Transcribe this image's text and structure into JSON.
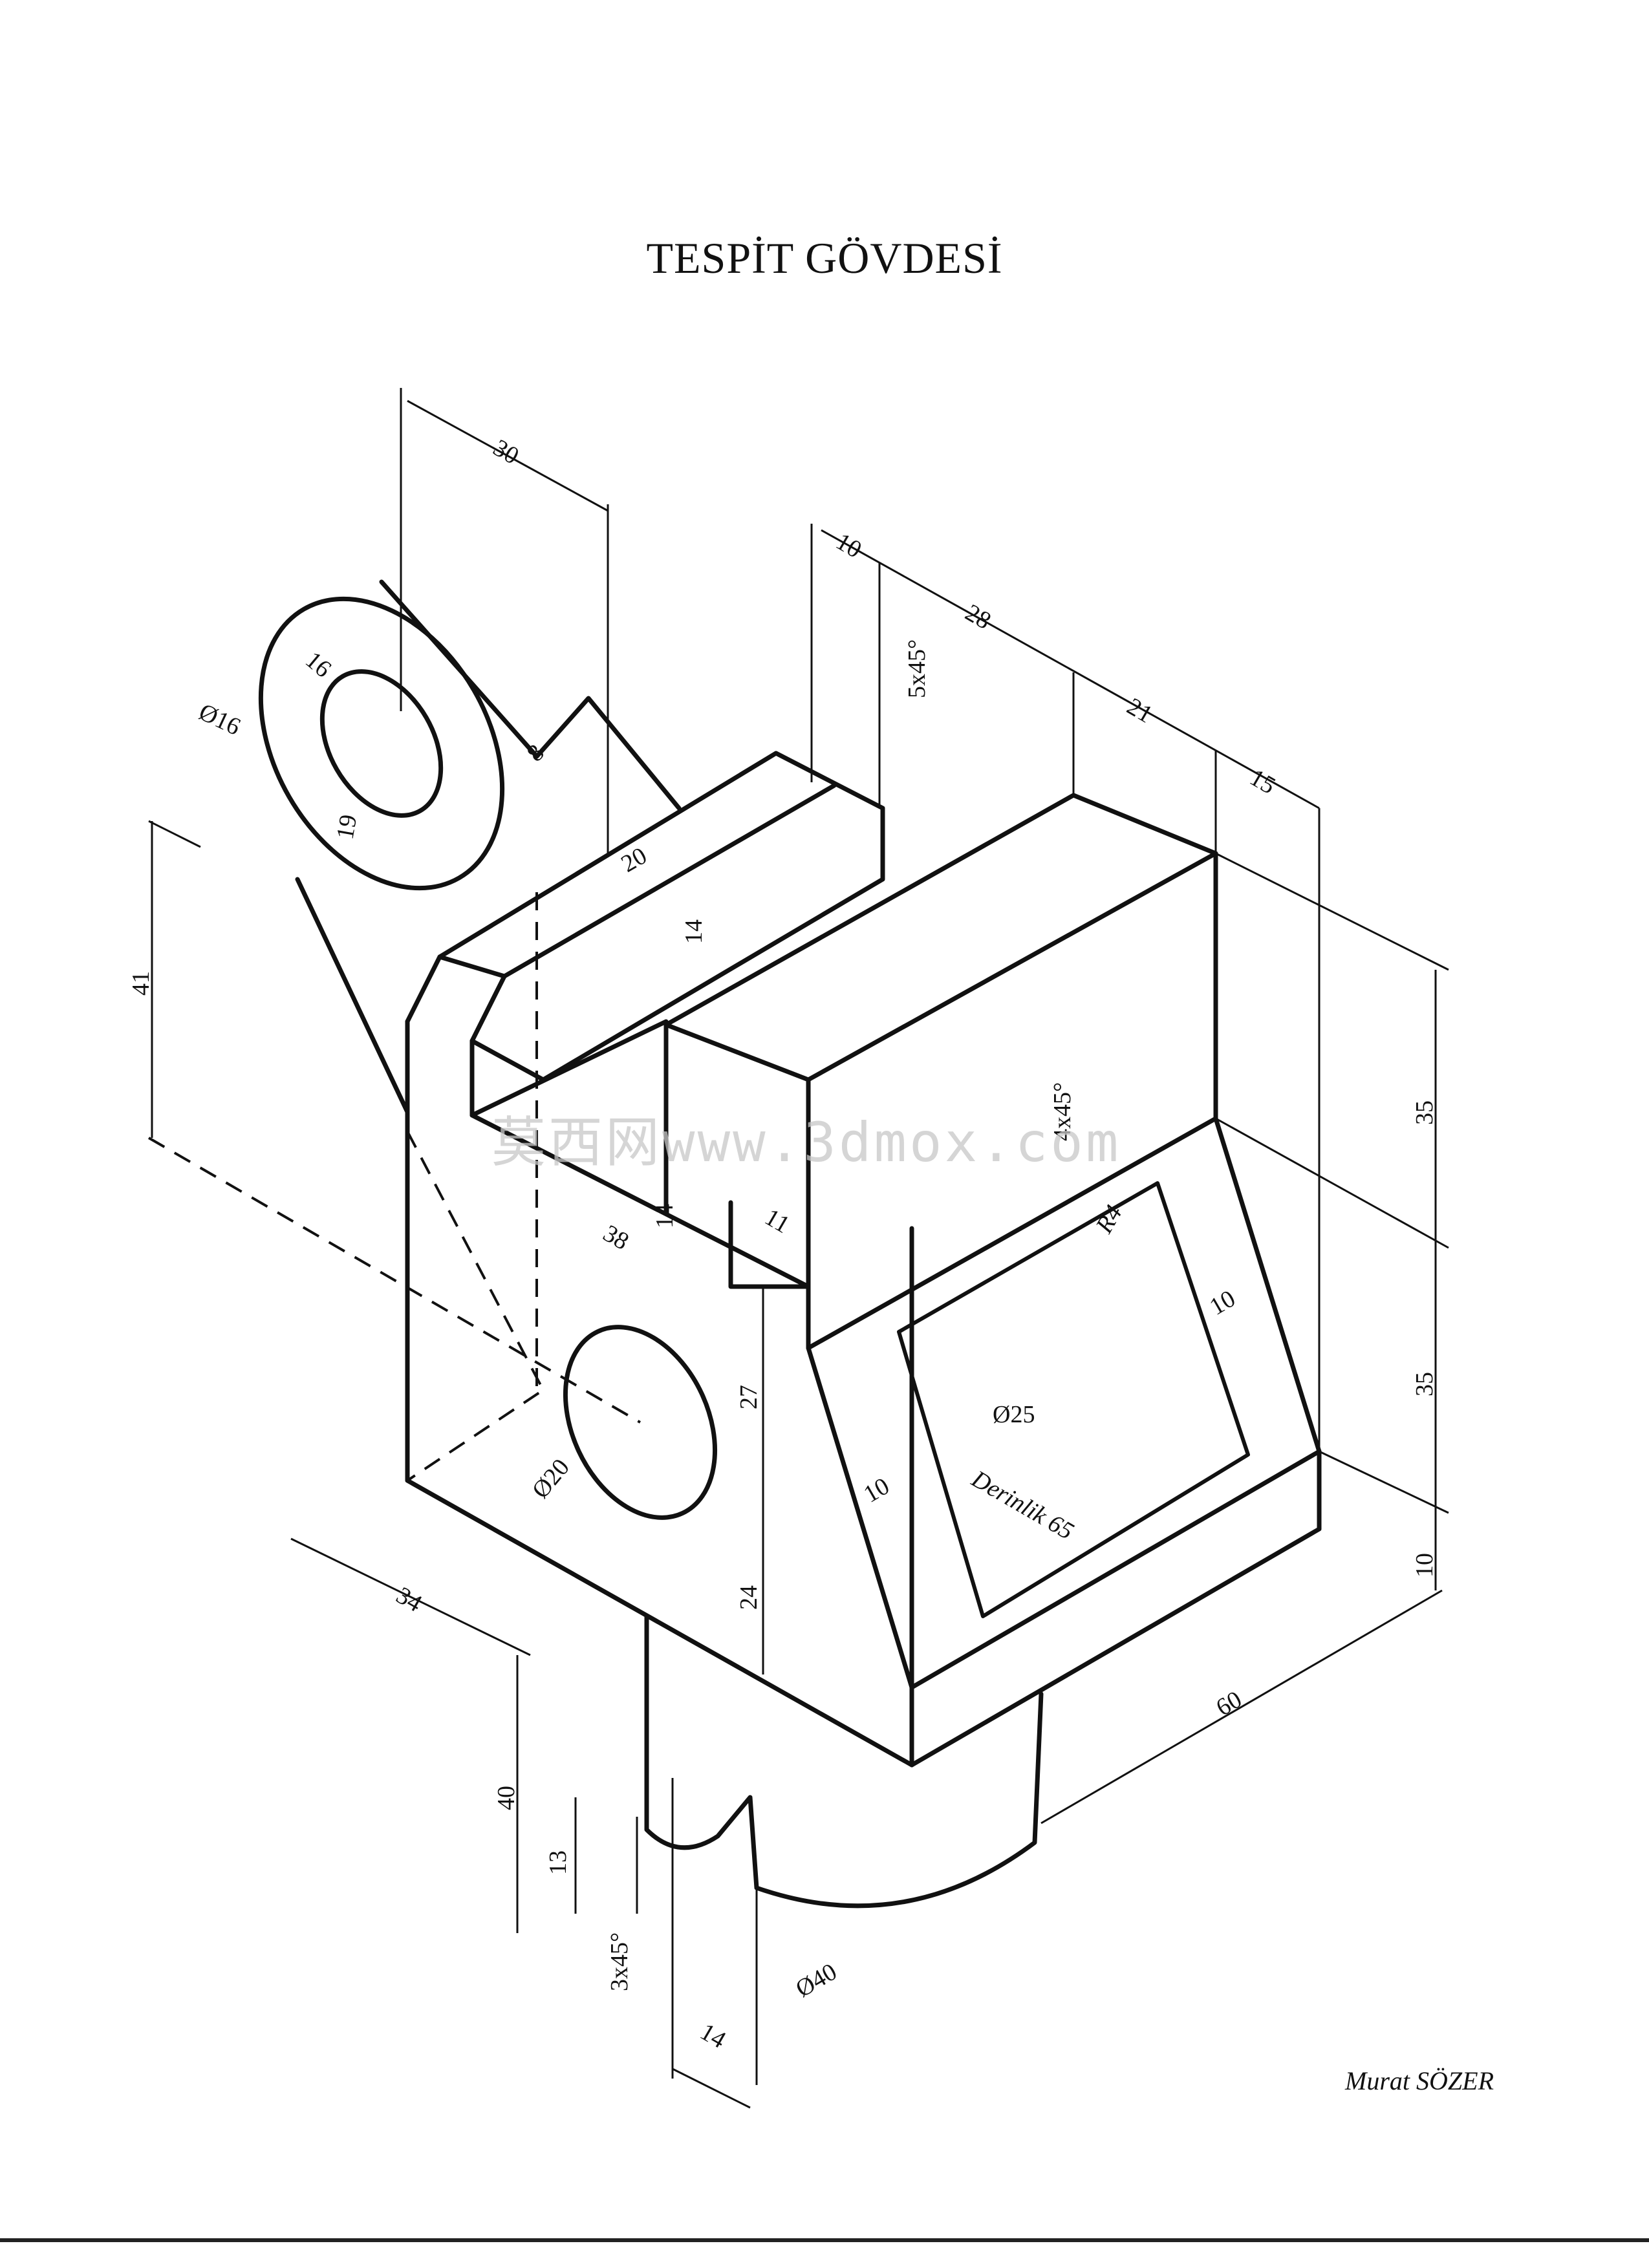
{
  "title": "TESPİT GÖVDESİ",
  "author": "Murat SÖZER",
  "watermark": "莫西网www.3dmox.com",
  "dimensions": {
    "d30": "30",
    "d10a": "10",
    "d28": "28",
    "d21": "21",
    "d15": "15",
    "d5x45": "5x45°",
    "d16r": "16",
    "dia16": "Ø16",
    "d8": "8",
    "d19": "19",
    "d20": "20",
    "d14a": "14",
    "d41": "41",
    "d4x45": "4x45°",
    "d35a": "35",
    "d35b": "35",
    "d10r": "10",
    "dR4": "R4",
    "d10b": "10",
    "d14b": "14",
    "d11": "11",
    "d38": "38",
    "d27": "27",
    "dia25": "Ø25",
    "dia20": "Ø20",
    "d10c": "10",
    "derinlik": "Derinlik 65",
    "d24": "24",
    "d34": "34",
    "d60": "60",
    "d40": "40",
    "d13": "13",
    "d3x45": "3x45°",
    "dia40": "Ø40",
    "d14c": "14"
  }
}
